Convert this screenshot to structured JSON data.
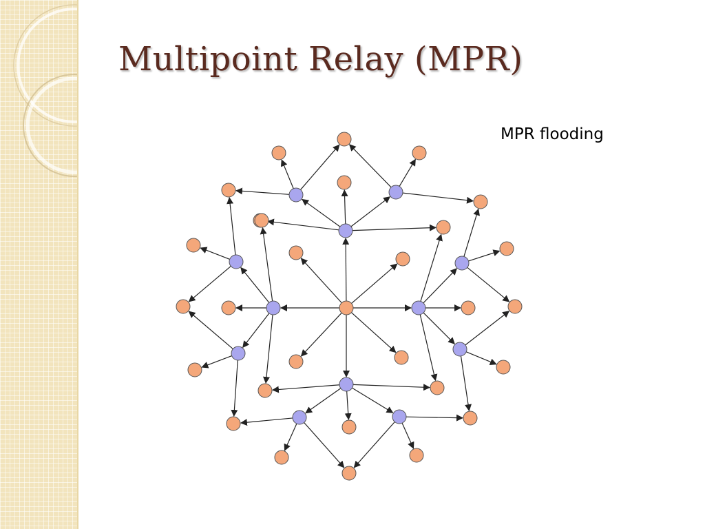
{
  "slide": {
    "title": "Multipoint Relay (MPR)",
    "diagram_label": "MPR flooding"
  },
  "colors": {
    "title": "#5a2a1f",
    "relay_node": "#a9a6ee",
    "plain_node": "#f4a77a",
    "node_stroke": "#555555",
    "edge": "#222222",
    "side_strip": "#f2e4bd"
  },
  "network": {
    "node_types": {
      "source": "plain_node",
      "relay": "relay_node",
      "neighbor": "plain_node"
    },
    "edges": [
      [
        "C",
        "R_top"
      ],
      [
        "C",
        "R_bottom"
      ],
      [
        "C",
        "R_left"
      ],
      [
        "C",
        "R_right"
      ],
      [
        "C",
        "n_ul_inner"
      ],
      [
        "C",
        "n_ur_inner"
      ],
      [
        "C",
        "n_ll_inner"
      ],
      [
        "C",
        "n_lr_inner"
      ],
      [
        "R_top",
        "n_top_up"
      ],
      [
        "R_top",
        "n_top_left"
      ],
      [
        "R_top",
        "n_top_right"
      ],
      [
        "R_top",
        "R_ul"
      ],
      [
        "R_top",
        "R_ur"
      ],
      [
        "R_bottom",
        "n_bot_down"
      ],
      [
        "R_bottom",
        "n_bot_left"
      ],
      [
        "R_bottom",
        "n_bot_right"
      ],
      [
        "R_bottom",
        "R_ll"
      ],
      [
        "R_bottom",
        "R_lr"
      ],
      [
        "R_left",
        "n_left_right"
      ],
      [
        "R_left",
        "n_left_up"
      ],
      [
        "R_left",
        "n_left_down"
      ],
      [
        "R_left",
        "R_ul2"
      ],
      [
        "R_left",
        "R_ll2"
      ],
      [
        "R_right",
        "n_right_left"
      ],
      [
        "R_right",
        "n_right_up"
      ],
      [
        "R_right",
        "n_right_down"
      ],
      [
        "R_right",
        "R_ur2"
      ],
      [
        "R_right",
        "R_lr2"
      ],
      [
        "R_ul",
        "n_ul_a"
      ],
      [
        "R_ul",
        "n_ul_b"
      ],
      [
        "R_ul",
        "n_apex_top"
      ],
      [
        "R_ur",
        "n_ur_a"
      ],
      [
        "R_ur",
        "n_ur_b"
      ],
      [
        "R_ur",
        "n_apex_top"
      ],
      [
        "R_ll",
        "n_ll_a"
      ],
      [
        "R_ll",
        "n_ll_b"
      ],
      [
        "R_ll",
        "n_apex_bot"
      ],
      [
        "R_lr",
        "n_lr_a"
      ],
      [
        "R_lr",
        "n_lr_b"
      ],
      [
        "R_lr",
        "n_apex_bot"
      ],
      [
        "R_ul2",
        "n_ul_a"
      ],
      [
        "R_ul2",
        "n_l2_a"
      ],
      [
        "R_ul2",
        "n_apex_left"
      ],
      [
        "R_ll2",
        "n_ll_a"
      ],
      [
        "R_ll2",
        "n_l2_b"
      ],
      [
        "R_ll2",
        "n_apex_left"
      ],
      [
        "R_ur2",
        "n_ur_b"
      ],
      [
        "R_ur2",
        "n_r2_a"
      ],
      [
        "R_ur2",
        "n_apex_right"
      ],
      [
        "R_lr2",
        "n_lr_b"
      ],
      [
        "R_lr2",
        "n_r2_b"
      ],
      [
        "R_lr2",
        "n_apex_right"
      ]
    ]
  }
}
